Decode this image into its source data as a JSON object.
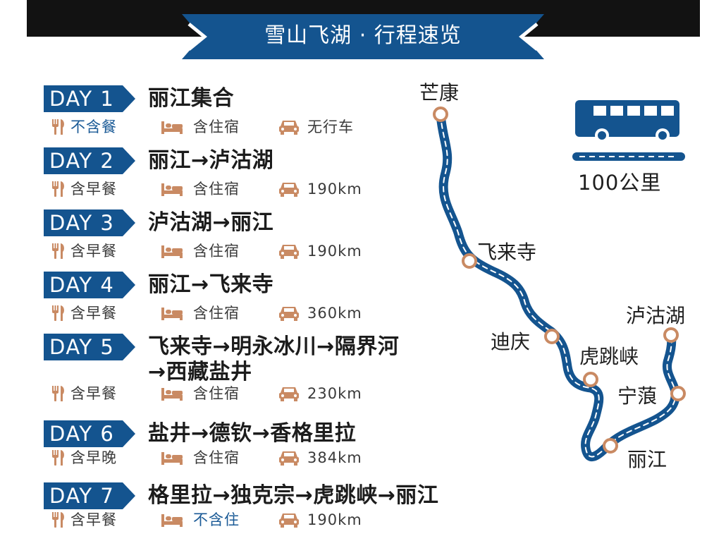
{
  "title": "雪山飞湖 · 行程速览",
  "colors": {
    "navy": "#14548f",
    "orange": "#c98a63",
    "dark": "#121212"
  },
  "days": [
    {
      "tag": "DAY 1",
      "route": [
        "丽江集合"
      ],
      "meal": "不含餐",
      "meal_highlight": true,
      "stay": "含住宿",
      "stay_highlight": false,
      "drive": "无行车"
    },
    {
      "tag": "DAY 2",
      "route": [
        "丽江→泸沽湖"
      ],
      "meal": "含早餐",
      "meal_highlight": false,
      "stay": "含住宿",
      "stay_highlight": false,
      "drive": "190km"
    },
    {
      "tag": "DAY 3",
      "route": [
        "泸沽湖→丽江"
      ],
      "meal": "含早餐",
      "meal_highlight": false,
      "stay": "含住宿",
      "stay_highlight": false,
      "drive": "190km"
    },
    {
      "tag": "DAY 4",
      "route": [
        "丽江→飞来寺"
      ],
      "meal": "含早餐",
      "meal_highlight": false,
      "stay": "含住宿",
      "stay_highlight": false,
      "drive": "360km"
    },
    {
      "tag": "DAY 5",
      "route": [
        "飞来寺→明永冰川→隔界河",
        "→西藏盐井"
      ],
      "meal": "含早餐",
      "meal_highlight": false,
      "stay": "含住宿",
      "stay_highlight": false,
      "drive": "230km"
    },
    {
      "tag": "DAY 6",
      "route": [
        "盐井→德钦→香格里拉"
      ],
      "meal": "含早晚",
      "meal_highlight": false,
      "stay": "含住宿",
      "stay_highlight": false,
      "drive": "384km"
    },
    {
      "tag": "DAY 7",
      "route": [
        "格里拉→独克宗→虎跳峡→丽江"
      ],
      "meal": "含早餐",
      "meal_highlight": false,
      "stay": "不含住",
      "stay_highlight": true,
      "drive": "190km"
    }
  ],
  "map": {
    "places": [
      {
        "id": "mangkang",
        "name": "芒康"
      },
      {
        "id": "feilaisi",
        "name": "飞来寺"
      },
      {
        "id": "diqing",
        "name": "迪庆"
      },
      {
        "id": "hutiaoxia",
        "name": "虎跳峡"
      },
      {
        "id": "luguhu",
        "name": "泸沽湖"
      },
      {
        "id": "ninglang",
        "name": "宁蒗"
      },
      {
        "id": "lijiang",
        "name": "丽江"
      }
    ],
    "scale_label": "100公里"
  },
  "icons": {
    "meal": "fork-knife-icon",
    "stay": "bed-icon",
    "drive": "car-icon",
    "vehicle": "bus-icon"
  }
}
